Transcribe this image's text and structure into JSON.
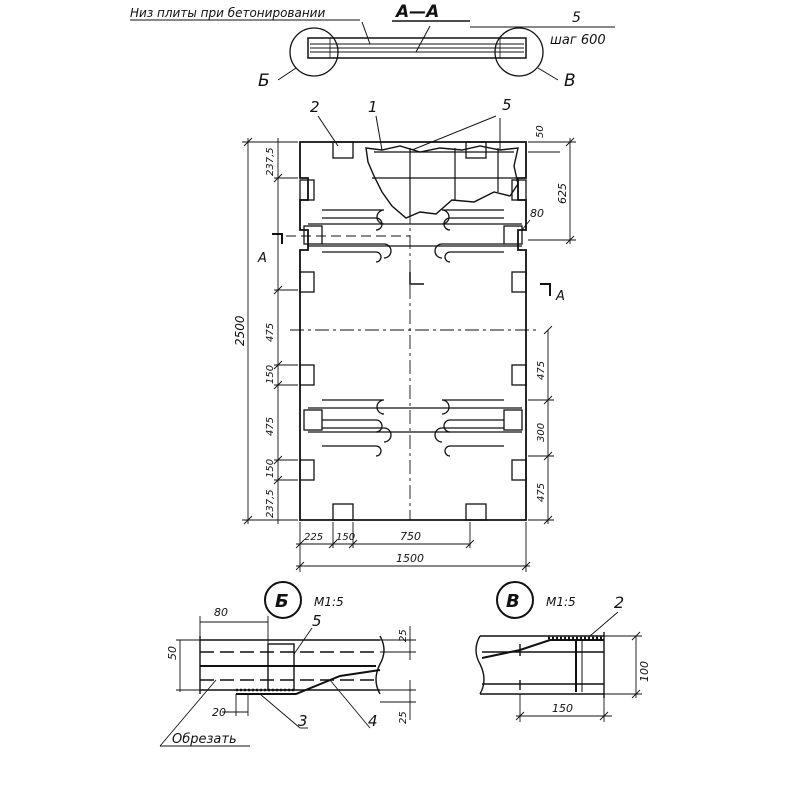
{
  "top_section": {
    "note": "Низ плиты при бетонировании",
    "section_label": "А—А",
    "position_5": "5",
    "step_label": "шаг 600",
    "callout_left": "Б",
    "callout_right": "В"
  },
  "plan": {
    "position_labels": [
      "2",
      "1",
      "5"
    ],
    "section_marks": [
      "А",
      "А"
    ],
    "dims": {
      "top_edge": "50",
      "top_left": "237,5",
      "right_upper": "625",
      "loop_80": "80",
      "total_height": "2500",
      "left_475_a": "475",
      "left_150_a": "150",
      "left_475_b": "475",
      "left_150_b": "150",
      "left_237": "237,5",
      "right_475_a": "475",
      "right_300": "300",
      "right_475_b": "475",
      "bottom_225": "225",
      "bottom_150": "150",
      "bottom_750": "750",
      "total_width": "1500"
    }
  },
  "detail_b": {
    "title": "Б",
    "scale": "М1:5",
    "dim_80": "80",
    "dim_50": "50",
    "dim_25_top": "25",
    "dim_25_bottom": "25",
    "dim_20": "20",
    "pos_5": "5",
    "pos_3": "3",
    "pos_4": "4",
    "note": "Обрезать"
  },
  "detail_v": {
    "title": "В",
    "scale": "М1:5",
    "pos_2": "2",
    "dim_100": "100",
    "dim_150": "150"
  }
}
